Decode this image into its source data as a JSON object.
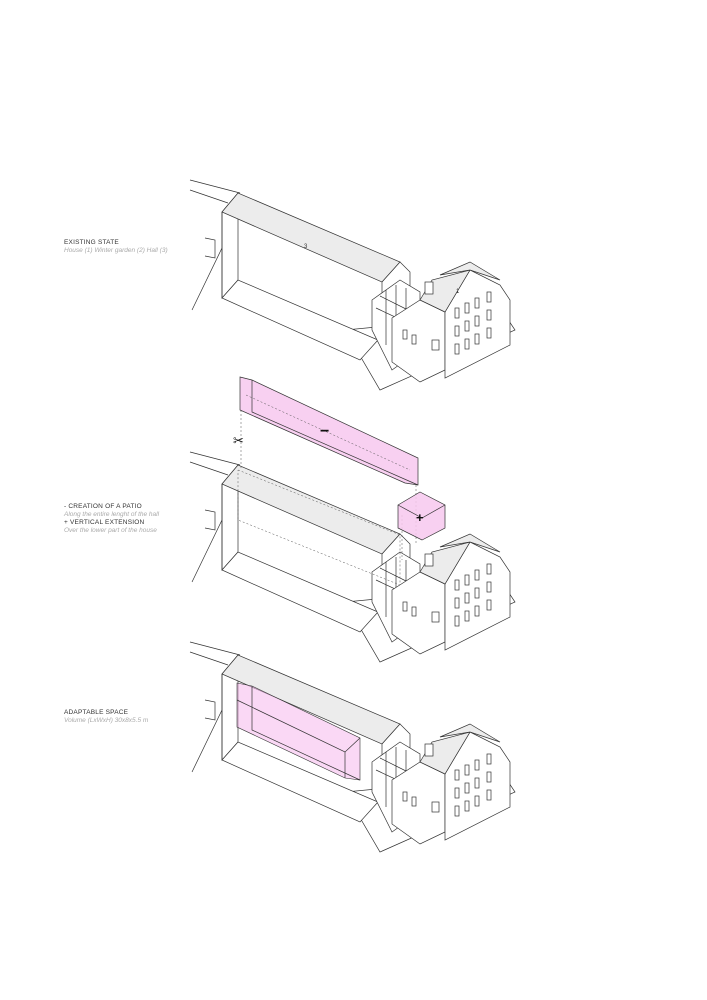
{
  "panels": [
    {
      "title": "EXISTING STATE",
      "lines": [
        "House (1) Winter garden (2) Hall (3)"
      ],
      "markers": [
        "3",
        "1"
      ]
    },
    {
      "title": "- CREATION OF A PATIO",
      "lines": [
        "Along the entire lenght of the hall"
      ],
      "title2": "+ VERTICAL EXTENSION",
      "lines2": [
        "Over the lower part of the house"
      ],
      "symbols": {
        "minus": "−",
        "plus": "+"
      }
    },
    {
      "title": "ADAPTABLE SPACE",
      "lines": [
        "Volume (LxWxH) 30x8x5.5 m"
      ]
    }
  ],
  "colors": {
    "highlight": "#f7c8ef",
    "line": "#333333",
    "roof": "#ececec"
  },
  "icons": [
    "scissors-icon"
  ]
}
